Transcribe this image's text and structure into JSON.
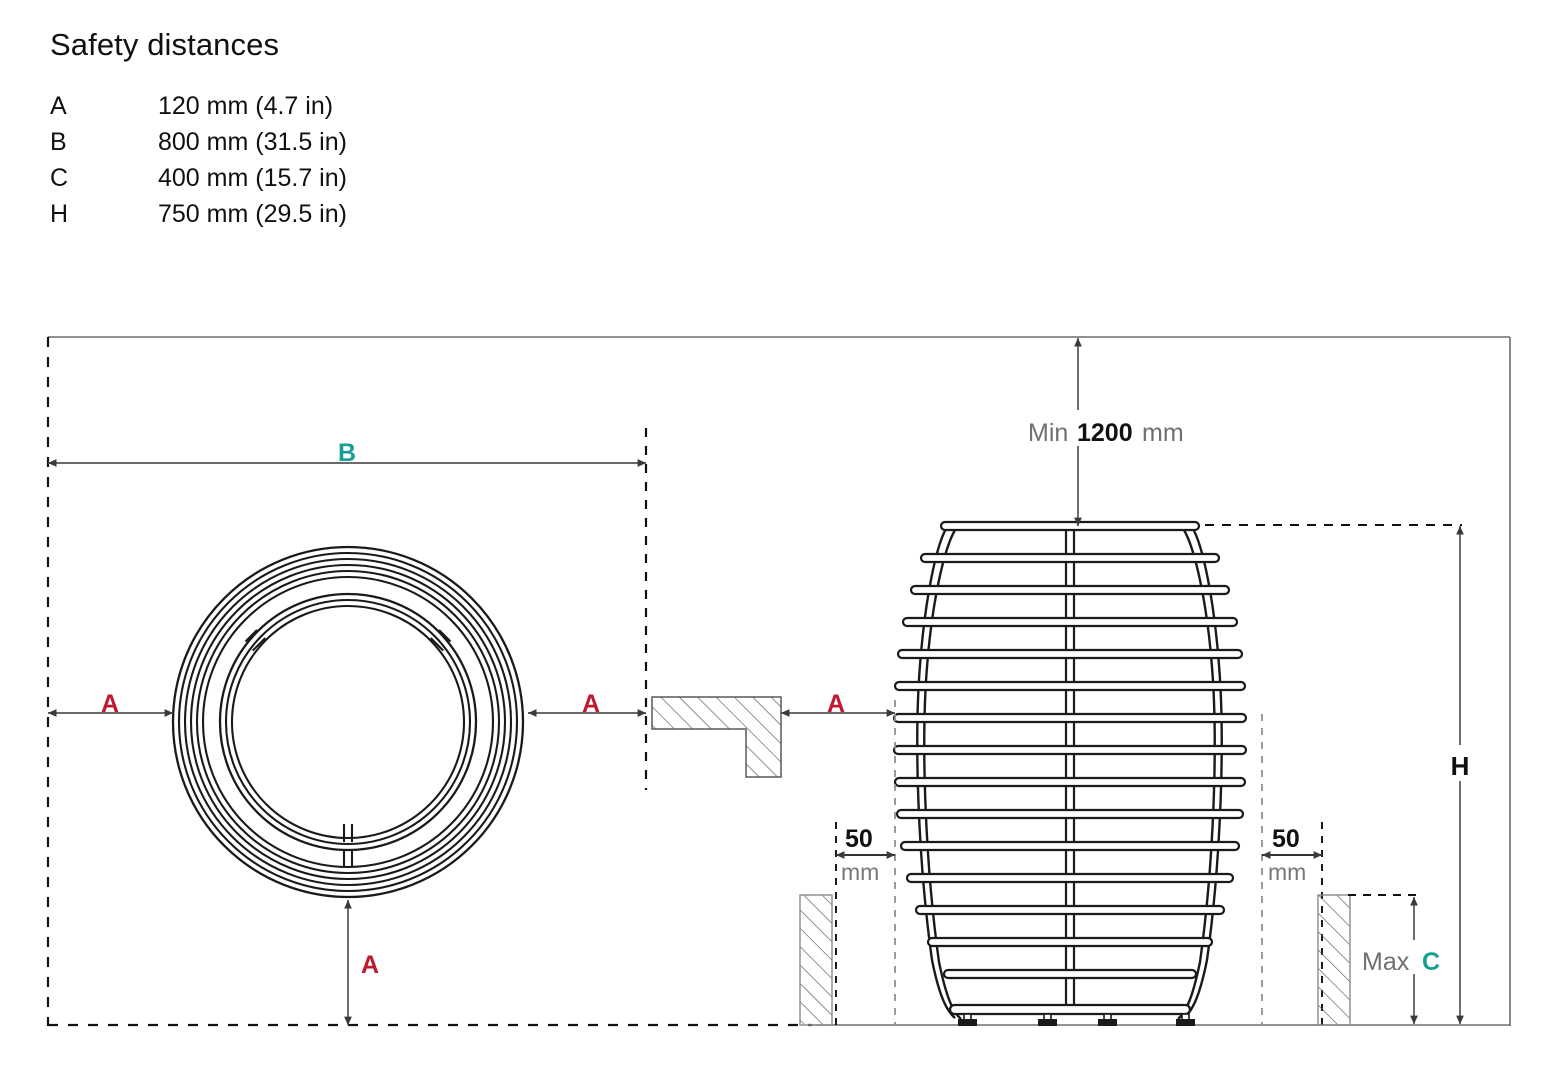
{
  "title": "Safety distances",
  "legend": [
    {
      "key": "A",
      "value": "120 mm (4.7 in)"
    },
    {
      "key": "B",
      "value": "800 mm (31.5 in)"
    },
    {
      "key": "C",
      "value": "400 mm (15.7 in)"
    },
    {
      "key": "H",
      "value": "750 mm (29.5 in)"
    }
  ],
  "colors": {
    "red": "#c0182f",
    "teal": "#17a092",
    "line": "#4d4d4d",
    "ink": "#1a1a1a",
    "gray_text": "#808080"
  },
  "diagram": {
    "label_b": "B",
    "label_a_left": "A",
    "label_a_mid": "A",
    "label_a_right": "A",
    "label_a_bottom": "A",
    "label_h": "H",
    "min_ceiling_prefix": "Min",
    "min_ceiling_value": "1200",
    "min_ceiling_unit": "mm",
    "gap_left_value": "50",
    "gap_left_unit": "mm",
    "gap_right_value": "50",
    "gap_right_unit": "mm",
    "max_prefix": "Max",
    "max_label": "C"
  }
}
